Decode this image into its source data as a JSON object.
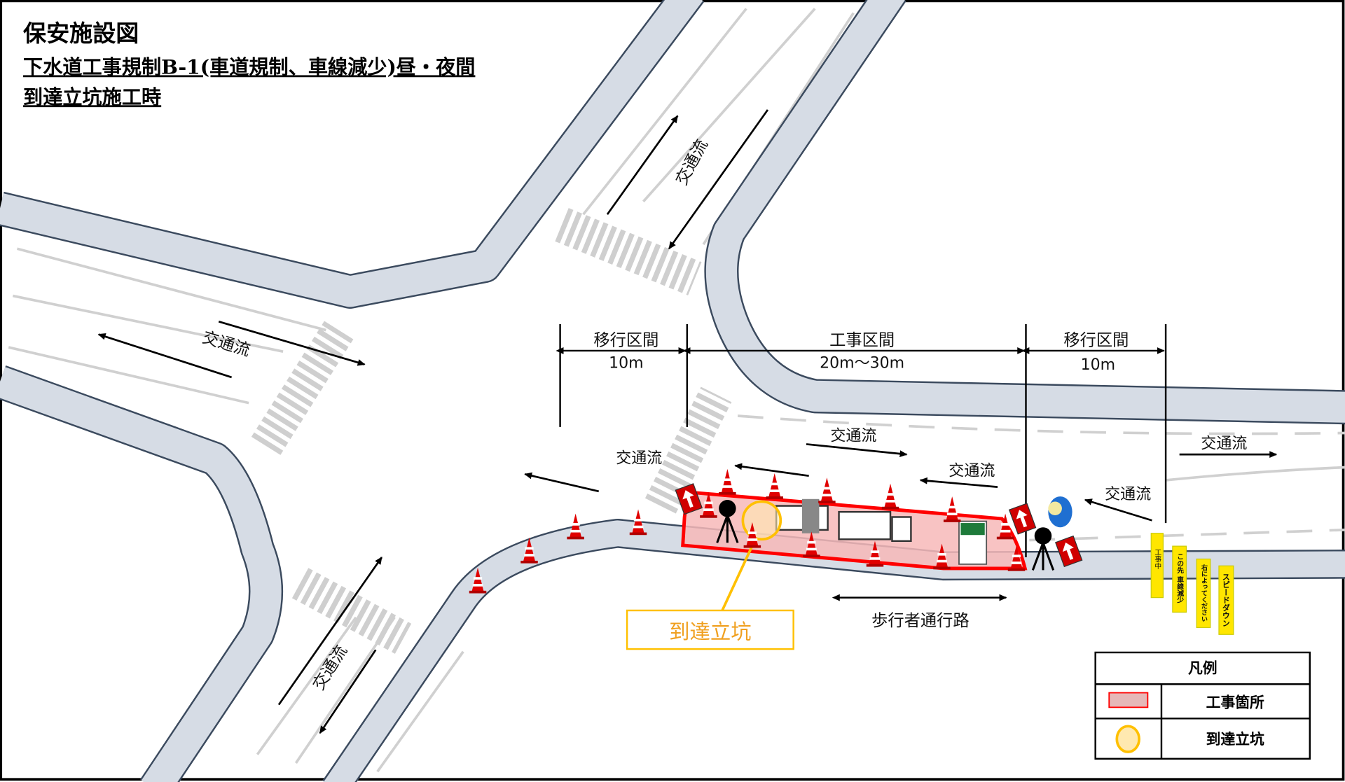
{
  "title": {
    "main": "保安施設図",
    "sub1": "下水道工事規制B-1(車道規制、車線減少)昼・夜間",
    "sub2": "到達立坑施工時"
  },
  "dimensions": {
    "transition_left": {
      "label": "移行区間",
      "length": "10m"
    },
    "work_zone": {
      "label": "工事区間",
      "length": "20m～30m"
    },
    "transition_right": {
      "label": "移行区間",
      "length": "10m"
    }
  },
  "traffic_flow_label": "交通流",
  "pedestrian_path_label": "歩行者通行路",
  "shaft_callout": "到達立坑",
  "signs": [
    {
      "text": "工事中"
    },
    {
      "text": "この先 車線減少"
    },
    {
      "text": "右によってください"
    },
    {
      "text": "スピードダウン"
    }
  ],
  "legend": {
    "title": "凡例",
    "items": [
      {
        "label": "工事箇所",
        "color": "#e6b8b8",
        "border": "#ff0000"
      },
      {
        "label": "到達立坑",
        "color": "#ffe9b0",
        "border": "#ffc000"
      }
    ]
  },
  "colors": {
    "road": "#d6dce5",
    "road_edge": "#3b4a5e",
    "work_zone": "#f7b9b9",
    "work_zone_edge": "#ff0000",
    "shaft": "#ffc000"
  }
}
